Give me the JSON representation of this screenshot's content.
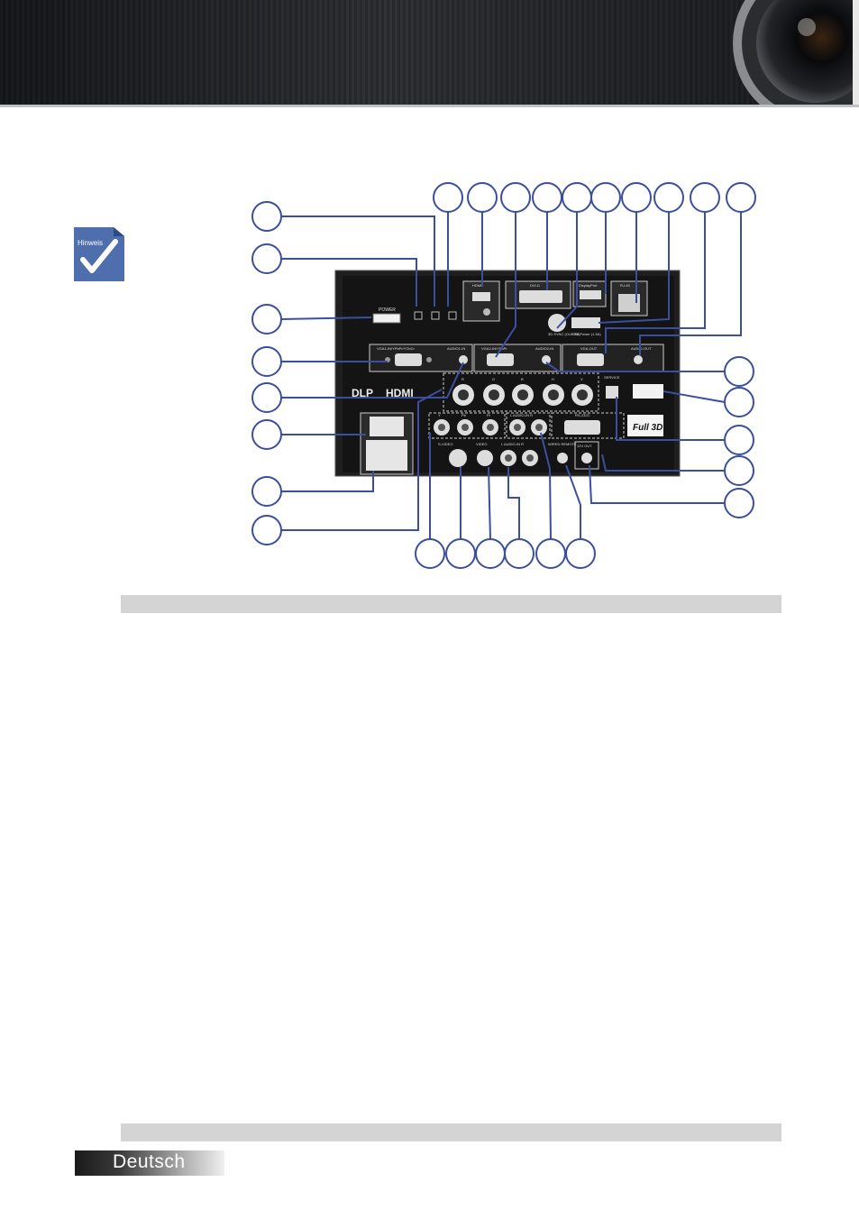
{
  "note_icon": {
    "label": "Hinweis"
  },
  "panel_labels": {
    "power": "POWER",
    "vga1": "VGA1-IN/YPbPr/YCbCr",
    "audio1": "AUDIO1-IN",
    "vga2": "VGA2-IN/YPbPr",
    "audio2": "AUDIO2-IN",
    "vga_out": "VGA-OUT",
    "audio_out": "AUDIO-OUT",
    "hdmi": "HDMI",
    "dvi": "DVI-D",
    "displayport": "DisplayPort",
    "rj45": "RJ-45",
    "sync": "3D SYNC (OUT 5V)",
    "usb": "USB Power (1.5A)",
    "bnc_r": "R",
    "bnc_g": "G",
    "bnc_b": "B",
    "bnc_h": "H",
    "bnc_v": "V",
    "y": "Y",
    "pb": "Pb",
    "pr": "Pr",
    "audio_in_lr": "L AUDIO-IN R",
    "rs232": "RS-232C",
    "svideo": "S-VIDEO",
    "video": "VIDEO",
    "audio_in_l_r": "L AUDIO-IN R",
    "remote": "WIRED REMOTE",
    "out12v": "12V OUT",
    "service": "SERVICE",
    "full3d": "Full 3D",
    "dlp": "DLP",
    "hdmi_logo": "HDMI"
  },
  "footer": {
    "language": "Deutsch"
  }
}
